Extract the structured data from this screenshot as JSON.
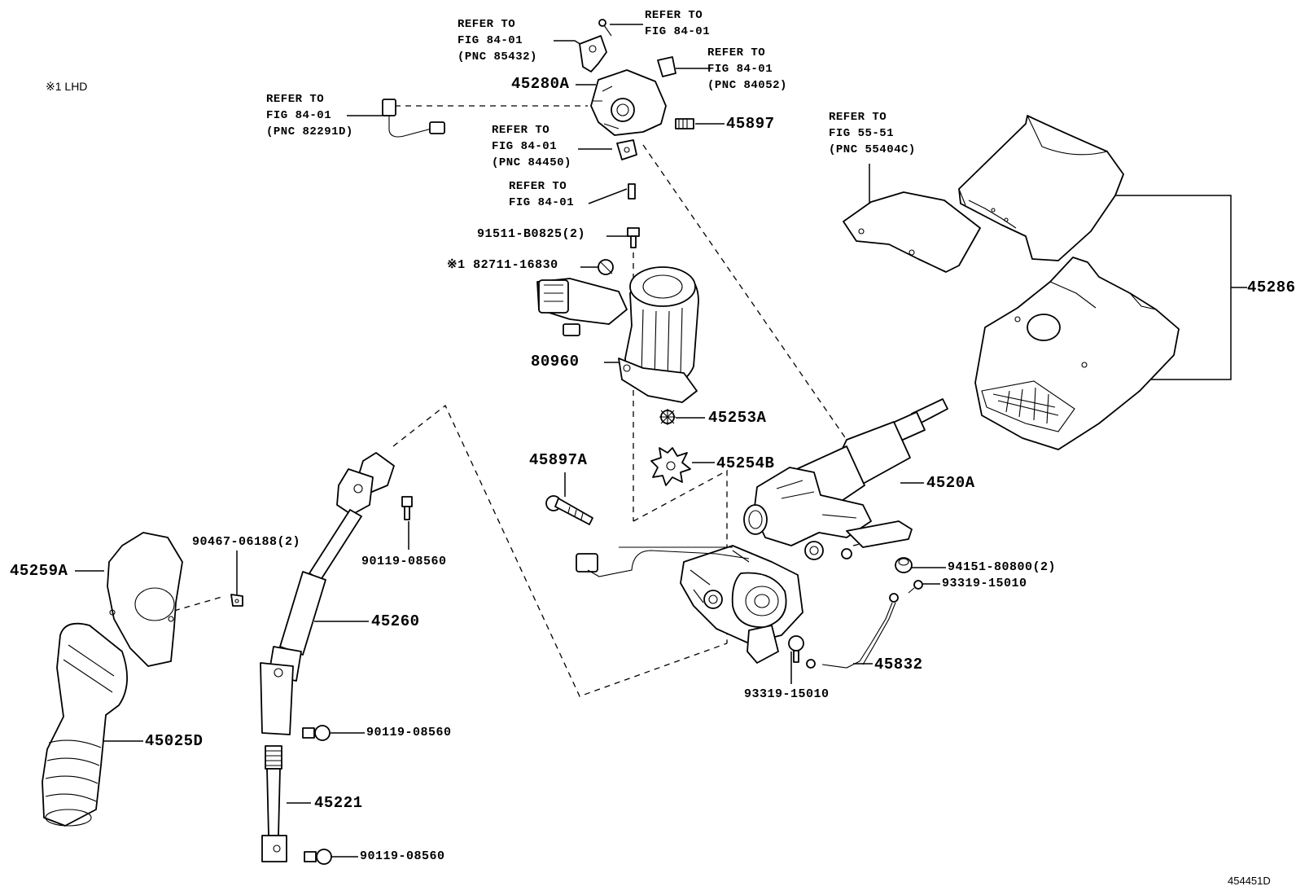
{
  "note_lhd": "※1 LHD",
  "diagram_id": "454451D",
  "labels": {
    "ref_85432": "REFER TO\nFIG 84-01\n(PNC 85432)",
    "ref_top": "REFER TO\nFIG 84-01",
    "ref_84052": "REFER TO\nFIG 84-01\n(PNC 84052)",
    "ref_82291d": "REFER TO\nFIG 84-01\n(PNC 82291D)",
    "ref_84450": "REFER TO\nFIG 84-01\n(PNC 84450)",
    "ref_mid": "REFER TO\nFIG 84-01",
    "ref_55404c": "REFER TO\nFIG 55-51\n(PNC 55404C)",
    "p45280a": "45280A",
    "p45897": "45897",
    "p91511": "91511-B0825(2)",
    "p82711": "※1 82711-16830",
    "p80960": "80960",
    "p45253a": "45253A",
    "p45254b": "45254B",
    "p45897a": "45897A",
    "p4520a": "4520A",
    "p45286": "45286",
    "p94151": "94151-80800(2)",
    "p93319a": "93319-15010",
    "p93319b": "93319-15010",
    "p45832": "45832",
    "p90467": "90467-06188(2)",
    "p90119a": "90119-08560",
    "p45259a": "45259A",
    "p45260": "45260",
    "p90119b": "90119-08560",
    "p45025d": "45025D",
    "p45221": "45221",
    "p90119c": "90119-08560"
  }
}
